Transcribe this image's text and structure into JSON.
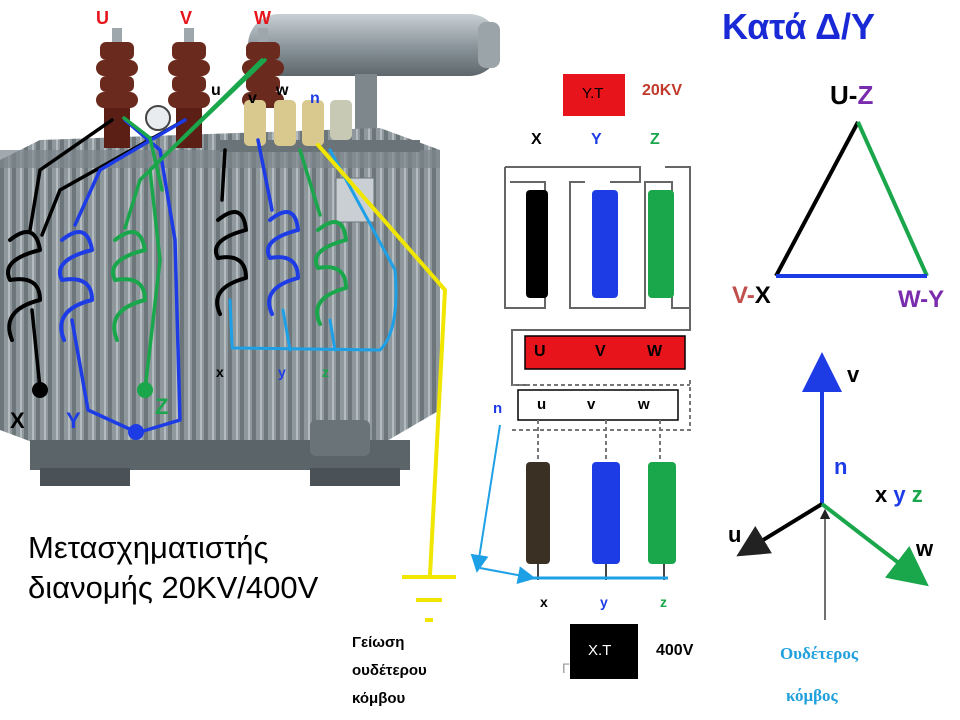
{
  "title": "Κατά Δ/Υ",
  "photo": {
    "bushings_hv": [
      "U",
      "V",
      "W"
    ],
    "bushings_lv": [
      "u",
      "v",
      "w",
      "n"
    ],
    "hv_ends": [
      "X",
      "Y",
      "Z"
    ],
    "lv_ends": [
      "x",
      "y",
      "z"
    ],
    "caption_line1": "Μετασχηματιστής",
    "caption_line2": "διανομής 20KV/400V"
  },
  "schematic": {
    "hv_tag": "Υ.Τ",
    "hv_voltage": "20KV",
    "hv_top_labels": [
      "X",
      "Y",
      "Z"
    ],
    "hv_terminals": [
      "U",
      "V",
      "W"
    ],
    "lv_terminals": [
      "u",
      "v",
      "w"
    ],
    "neutral_label": "n",
    "lv_bottom_labels": [
      "x",
      "y",
      "z"
    ],
    "lv_tag": "Χ.Τ",
    "lv_voltage": "400V",
    "faint_mark": "Γ"
  },
  "ground": {
    "line1": "Γείωση",
    "line2": "ουδέτερου",
    "line3": "κόμβου"
  },
  "delta": {
    "top": {
      "a": "U",
      "sep": "-",
      "b": "Z"
    },
    "left": {
      "a": "V",
      "sep": "-",
      "b": "X"
    },
    "right": {
      "a": "W",
      "sep": "-",
      "b": "Y"
    }
  },
  "star": {
    "v_label": "v",
    "n_label": "n",
    "u_label": "u",
    "w_label": "w",
    "xyz": [
      "x",
      "y",
      "z"
    ],
    "caption_line1": "Ουδέτερος",
    "caption_line2": "κόμβος"
  },
  "colors": {
    "red": "#e8141b",
    "blue": "#1e3ce6",
    "green": "#1aa64b",
    "lightblue": "#1ea0e6",
    "yellow": "#f0e600",
    "title": "#1a29d6",
    "purple": "#7a2cae",
    "brown": "#c0504d",
    "orange_red": "#c0392b",
    "neutral_caption": "#21a0dd"
  },
  "icons": [
    "transformer-photo",
    "coil-winding",
    "ground-symbol",
    "arrow"
  ]
}
